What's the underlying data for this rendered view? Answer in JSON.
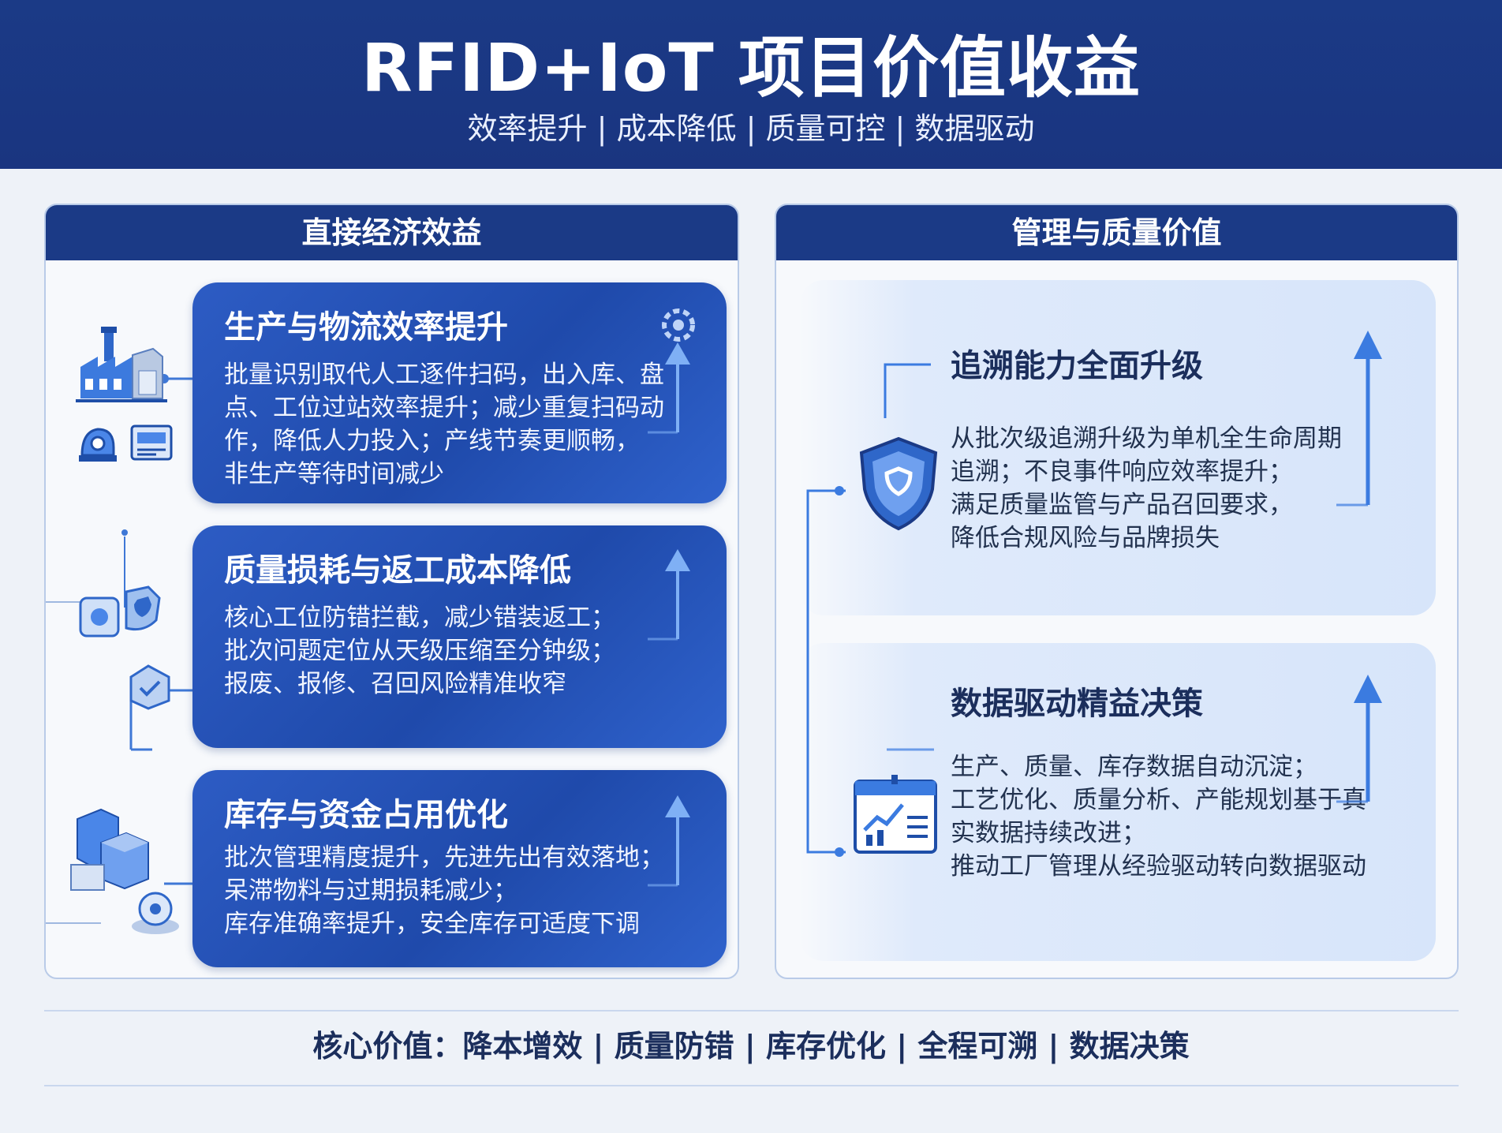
{
  "header": {
    "title": "RFID+IoT 项目价值收益",
    "subtitle": "效率提升 | 成本降低 | 质量可控 | 数据驱动"
  },
  "left_panel": {
    "title": "直接经济效益",
    "cards": [
      {
        "title": "生产与物流效率提升",
        "lines": [
          "批量识别取代人工逐件扫码，出入库、盘",
          "点、工位过站效率提升；减少重复扫码动",
          "作，降低人力投入；产线节奏更顺畅，",
          "非生产等待时间减少"
        ]
      },
      {
        "title": "质量损耗与返工成本降低",
        "lines": [
          "核心工位防错拦截，减少错装返工；",
          "批次问题定位从天级压缩至分钟级；",
          "报废、报修、召回风险精准收窄"
        ]
      },
      {
        "title": "库存与资金占用优化",
        "lines": [
          "批次管理精度提升，先进先出有效落地；",
          "呆滞物料与过期损耗减少；",
          "库存准确率提升，安全库存可适度下调"
        ]
      }
    ]
  },
  "right_panel": {
    "title": "管理与质量价值",
    "cards": [
      {
        "title": "追溯能力全面升级",
        "lines": [
          "从批次级追溯升级为单机全生命周期",
          "追溯；不良事件响应效率提升；",
          "满足质量监管与产品召回要求，",
          "降低合规风险与品牌损失"
        ]
      },
      {
        "title": "数据驱动精益决策",
        "lines": [
          "生产、质量、库存数据自动沉淀；",
          "工艺优化、质量分析、产能规划基于真",
          "实数据持续改进；",
          "推动工厂管理从经验驱动转向数据驱动"
        ]
      }
    ]
  },
  "footer": {
    "text": "核心价值：降本增效 | 质量防错 | 库存优化 | 全程可溯 | 数据决策"
  },
  "colors": {
    "navy": "#1b3a86",
    "card_blue": "#2552b8",
    "accent_blue": "#3b7be0",
    "light_panel": "#d7e5fa"
  },
  "icons": [
    "factory-icon",
    "robot-arm-icon",
    "control-panel-icon",
    "shield-box-icon",
    "scanner-icon",
    "boxes-icon",
    "gear-cog-icon",
    "security-shield-icon",
    "analytics-dashboard-icon",
    "up-arrow-icon"
  ]
}
